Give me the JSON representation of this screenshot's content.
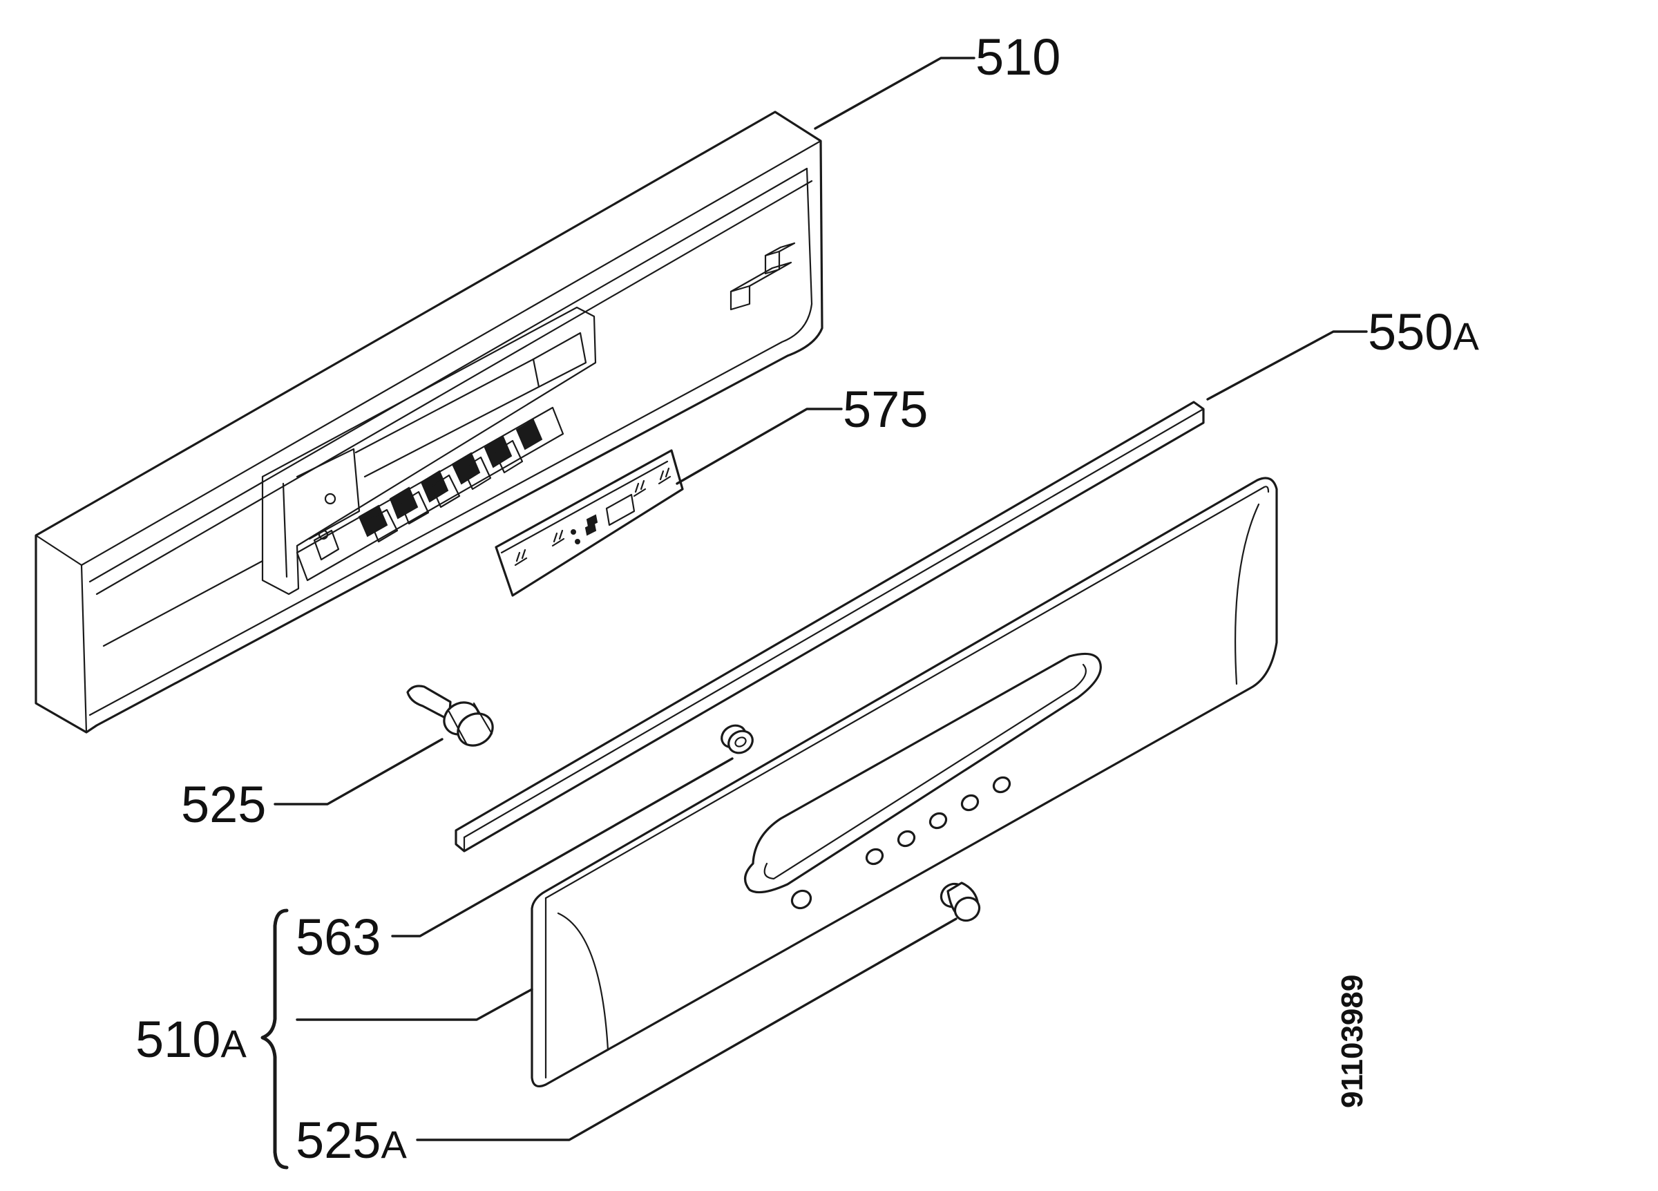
{
  "diagram": {
    "document_number": "91103989",
    "callouts": [
      {
        "id": "510",
        "number": "510",
        "suffix": ""
      },
      {
        "id": "550A",
        "number": "550",
        "suffix": "A"
      },
      {
        "id": "575",
        "number": "575",
        "suffix": ""
      },
      {
        "id": "525",
        "number": "525",
        "suffix": ""
      },
      {
        "id": "563",
        "number": "563",
        "suffix": ""
      },
      {
        "id": "510A",
        "number": "510",
        "suffix": "A"
      },
      {
        "id": "525A",
        "number": "525",
        "suffix": "A"
      }
    ],
    "group": {
      "label_callout": "510A",
      "members": [
        "563",
        "525A"
      ]
    }
  }
}
